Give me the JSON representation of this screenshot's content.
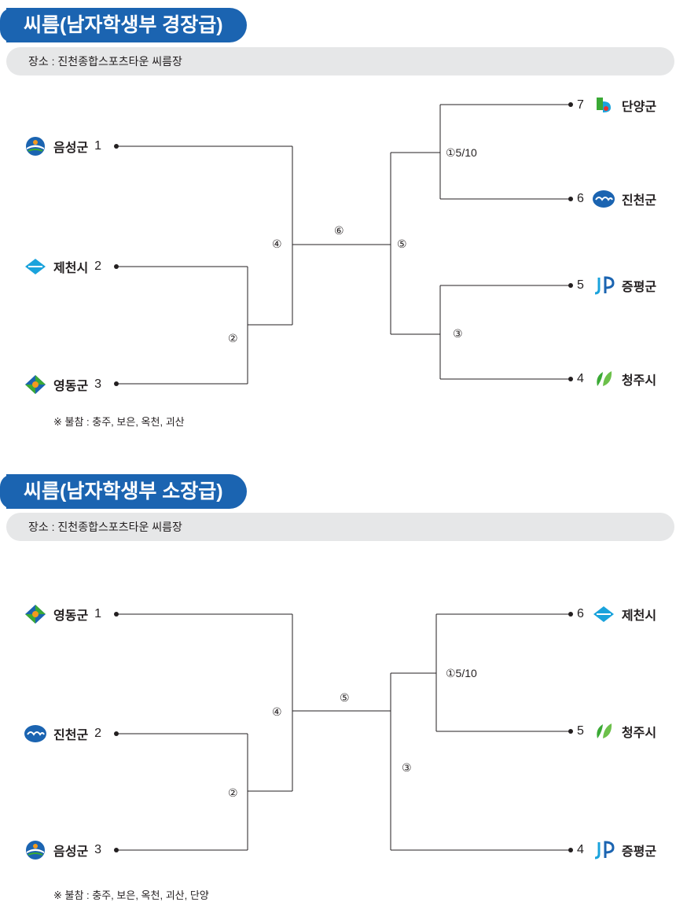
{
  "sections": [
    {
      "title": "씨름(남자학생부 경장급)",
      "venue": "장소 : 진천종합스포츠타운 씨름장",
      "left_teams": [
        {
          "name": "음성군",
          "seed": "1"
        },
        {
          "name": "제천시",
          "seed": "2"
        },
        {
          "name": "영동군",
          "seed": "3"
        }
      ],
      "right_teams": [
        {
          "name": "단양군",
          "seed": "7"
        },
        {
          "name": "진천군",
          "seed": "6"
        },
        {
          "name": "증평군",
          "seed": "5"
        },
        {
          "name": "청주시",
          "seed": "4"
        }
      ],
      "match_labels": {
        "m1": "①5/10",
        "m2": "②",
        "m3": "③",
        "m4": "④",
        "m5": "⑤",
        "m6": "⑥"
      },
      "note": "※ 불참 : 충주, 보은, 옥천, 괴산"
    },
    {
      "title": "씨름(남자학생부 소장급)",
      "venue": "장소 : 진천종합스포츠타운 씨름장",
      "left_teams": [
        {
          "name": "영동군",
          "seed": "1"
        },
        {
          "name": "진천군",
          "seed": "2"
        },
        {
          "name": "음성군",
          "seed": "3"
        }
      ],
      "right_teams": [
        {
          "name": "제천시",
          "seed": "6"
        },
        {
          "name": "청주시",
          "seed": "5"
        },
        {
          "name": "증평군",
          "seed": "4"
        }
      ],
      "match_labels": {
        "m1": "①5/10",
        "m2": "②",
        "m3": "③",
        "m4": "④",
        "m5": "⑤"
      },
      "note": "※ 불참 : 충주, 보은, 옥천, 괴산, 단양"
    }
  ],
  "logo_icons": {
    "음성군": "eumseong-logo-icon",
    "제천시": "jecheon-logo-icon",
    "영동군": "yeongdong-logo-icon",
    "단양군": "danyang-logo-icon",
    "진천군": "jincheon-logo-icon",
    "증평군": "jeungpyeong-logo-icon",
    "청주시": "cheongju-logo-icon"
  },
  "colors": {
    "title_bg": "#1b64b1",
    "venue_bg": "#e6e7e8"
  }
}
